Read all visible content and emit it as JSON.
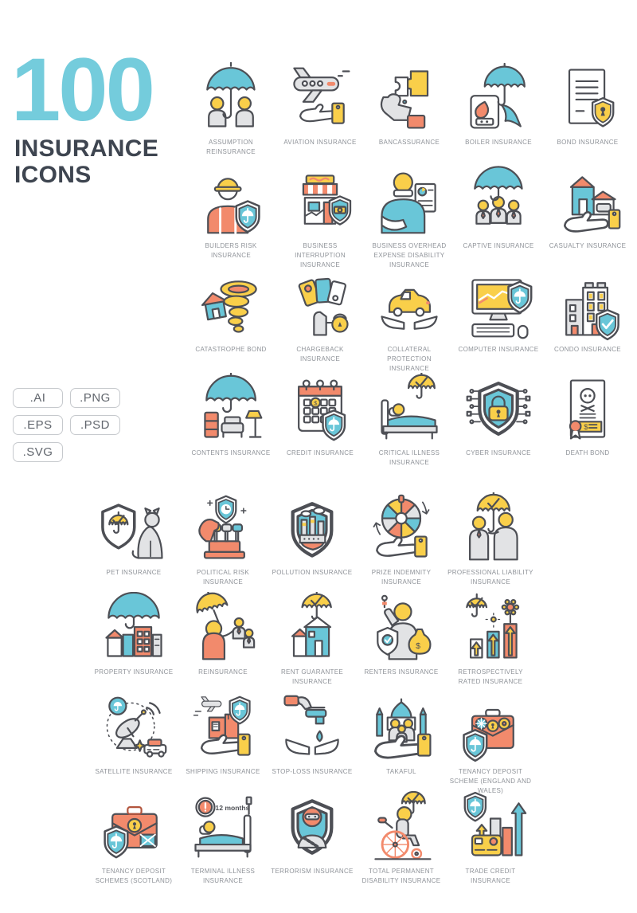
{
  "header": {
    "count": "100",
    "title_line1": "INSURANCE",
    "title_line2": "ICONS"
  },
  "formats": [
    ".AI",
    ".PNG",
    ".EPS",
    ".PSD",
    ".SVG"
  ],
  "colors": {
    "accent_blue": "#74ccdc",
    "title_dark": "#3e4550",
    "label_gray": "#8f9399",
    "outline": "#4d4f55",
    "blue": "#69c6d8",
    "light_blue": "#b7e2ec",
    "yellow": "#f9cf4a",
    "orange": "#f28a6c",
    "gray": "#e2e3e5",
    "white": "#ffffff"
  },
  "grid": {
    "rows": [
      {
        "items": [
          {
            "icon": "assumption-reinsurance",
            "label": "ASSUMPTION REINSURANCE"
          },
          {
            "icon": "aviation-insurance",
            "label": "AVIATION INSURANCE"
          },
          {
            "icon": "bancassurance",
            "label": "BANCASSURANCE"
          },
          {
            "icon": "boiler-insurance",
            "label": "BOILER INSURANCE"
          },
          {
            "icon": "bond-insurance",
            "label": "BOND INSURANCE"
          }
        ]
      },
      {
        "items": [
          {
            "icon": "builders-risk-insurance",
            "label": "BUILDERS RISK INSURANCE"
          },
          {
            "icon": "business-interruption-insurance",
            "label": "BUSINESS INTERRUPTION INSURANCE"
          },
          {
            "icon": "business-overhead-expense-disability-insurance",
            "label": "BUSINESS OVERHEAD EXPENSE DISABILITY INSURANCE"
          },
          {
            "icon": "captive-insurance",
            "label": "CAPTIVE INSURANCE"
          },
          {
            "icon": "casualty-insurance",
            "label": "CASUALTY INSURANCE"
          }
        ]
      },
      {
        "items": [
          {
            "icon": "catastrophe-bond",
            "label": "CATASTROPHE BOND"
          },
          {
            "icon": "chargeback-insurance",
            "label": "CHARGEBACK INSURANCE"
          },
          {
            "icon": "collateral-protection-insurance",
            "label": "COLLATERAL PROTECTION INSURANCE"
          },
          {
            "icon": "computer-insurance",
            "label": "COMPUTER INSURANCE"
          },
          {
            "icon": "condo-insurance",
            "label": "CONDO INSURANCE"
          }
        ]
      },
      {
        "items": [
          {
            "icon": "contents-insurance",
            "label": "CONTENTS INSURANCE"
          },
          {
            "icon": "credit-insurance",
            "label": "CREDIT INSURANCE"
          },
          {
            "icon": "critical-illness-insurance",
            "label": "CRITICAL ILLNESS INSURANCE"
          },
          {
            "icon": "cyber-insurance",
            "label": "CYBER INSURANCE"
          },
          {
            "icon": "death-bond",
            "label": "DEATH BOND"
          }
        ]
      },
      {
        "items": [
          {
            "icon": "pet-insurance",
            "label": "PET INSURANCE"
          },
          {
            "icon": "political-risk-insurance",
            "label": "POLITICAL RISK INSURANCE"
          },
          {
            "icon": "pollution-insurance",
            "label": "POLLUTION INSURANCE"
          },
          {
            "icon": "prize-indemnity-insurance",
            "label": "PRIZE INDEMNITY INSURANCE"
          },
          {
            "icon": "professional-liability-insurance",
            "label": "PROFESSIONAL LIABILITY INSURANCE"
          }
        ]
      },
      {
        "items": [
          {
            "icon": "property-insurance",
            "label": "PROPERTY INSURANCE"
          },
          {
            "icon": "reinsurance",
            "label": "REINSURANCE"
          },
          {
            "icon": "rent-guarantee-insurance",
            "label": "RENT GUARANTEE INSURANCE"
          },
          {
            "icon": "renters-insurance",
            "label": "RENTERS INSURANCE"
          },
          {
            "icon": "retrospectively-rated-insurance",
            "label": "RETROSPECTIVELY RATED INSURANCE"
          }
        ]
      },
      {
        "items": [
          {
            "icon": "satellite-insurance",
            "label": "SATELLITE INSURANCE"
          },
          {
            "icon": "shipping-insurance",
            "label": "SHIPPING INSURANCE"
          },
          {
            "icon": "stop-loss-insurance",
            "label": "STOP-LOSS INSURANCE"
          },
          {
            "icon": "takaful",
            "label": "TAKAFUL"
          },
          {
            "icon": "tenancy-deposit-scheme-england-wales",
            "label": "TENANCY DEPOSIT SCHEME (ENGLAND AND WALES)"
          }
        ]
      },
      {
        "items": [
          {
            "icon": "tenancy-deposit-schemes-scotland",
            "label": "TENANCY DEPOSIT SCHEMES (SCOTLAND)"
          },
          {
            "icon": "terminal-illness-insurance",
            "label": "TERMINAL ILLNESS INSURANCE",
            "icon_text": "12 months"
          },
          {
            "icon": "terrorism-insurance",
            "label": "TERRORISM INSURANCE"
          },
          {
            "icon": "total-permanent-disability-insurance",
            "label": "TOTAL PERMANENT DISABILITY INSURANCE"
          },
          {
            "icon": "trade-credit-insurance",
            "label": "TRADE CREDIT INSURANCE"
          }
        ]
      }
    ]
  }
}
